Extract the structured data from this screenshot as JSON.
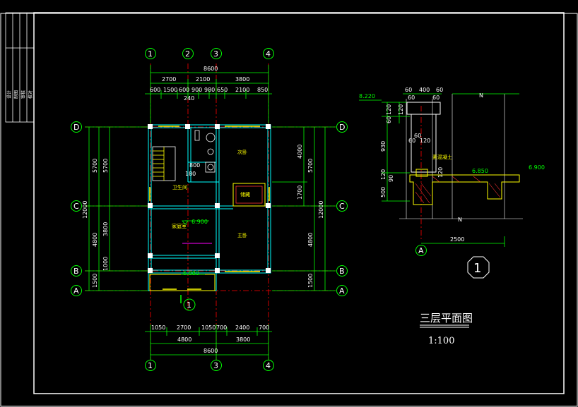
{
  "drawing": {
    "title": "三层平面图",
    "scale": "1:100",
    "detail_mark": "1",
    "colors": {
      "background": "#000000",
      "frame": "#ffffff",
      "dimension": "#00ff00",
      "wall": "#00ffff",
      "text": "#ffffff",
      "label": "#ffff00",
      "axis_line": "#ff0000",
      "column": "#ffffff",
      "hatch": "#ff3333"
    }
  },
  "title_block": {
    "items": [
      "设计",
      "制图",
      "审核",
      "校对"
    ]
  },
  "axes": {
    "top": [
      "1",
      "2",
      "3",
      "4"
    ],
    "bottom": [
      "1",
      "3",
      "4"
    ],
    "left": [
      "D",
      "C",
      "B",
      "A"
    ],
    "right": [
      "D",
      "C",
      "B",
      "A"
    ],
    "section": "A"
  },
  "dimensions": {
    "top_total": "8600",
    "top_mid": [
      "2700",
      "2100",
      "3800"
    ],
    "top_detail": [
      "600",
      "1500",
      "600",
      "900",
      "980",
      "650",
      "2100",
      "850"
    ],
    "top_small": "240",
    "bottom_total": "8600",
    "bottom_mid": [
      "4800",
      "3800"
    ],
    "bottom_detail": [
      "1050",
      "2700",
      "1050",
      "700",
      "2400",
      "700"
    ],
    "left_total": "12000",
    "left_mid": [
      "5700",
      "4800",
      "1500"
    ],
    "left_inner": [
      "5700",
      "3800",
      "1000"
    ],
    "right_total": "12000",
    "right_mid": [
      "5700",
      "4800",
      "1500"
    ],
    "right_inner": [
      "4000",
      "1700"
    ],
    "inner": [
      "800",
      "180"
    ]
  },
  "rooms": {
    "bedroom": "次卧",
    "master": "主卧",
    "family_room": "家庭室",
    "toilet": "卫生间",
    "closet": "储藏"
  },
  "levels": {
    "main": "6.900",
    "balcony": "6.880"
  },
  "section_detail": {
    "level_top": "8.220",
    "level_mid": "6.850",
    "level_right": "6.900",
    "material": "素混凝土",
    "top_dims": [
      "60",
      "400",
      "60"
    ],
    "top_dims2": [
      "60",
      "60"
    ],
    "vertical": [
      "120",
      "60",
      "120",
      "930",
      "120",
      "90",
      "500"
    ],
    "small": [
      "60",
      "60",
      "120",
      "120"
    ],
    "width": "2500",
    "n_mark": "N"
  }
}
